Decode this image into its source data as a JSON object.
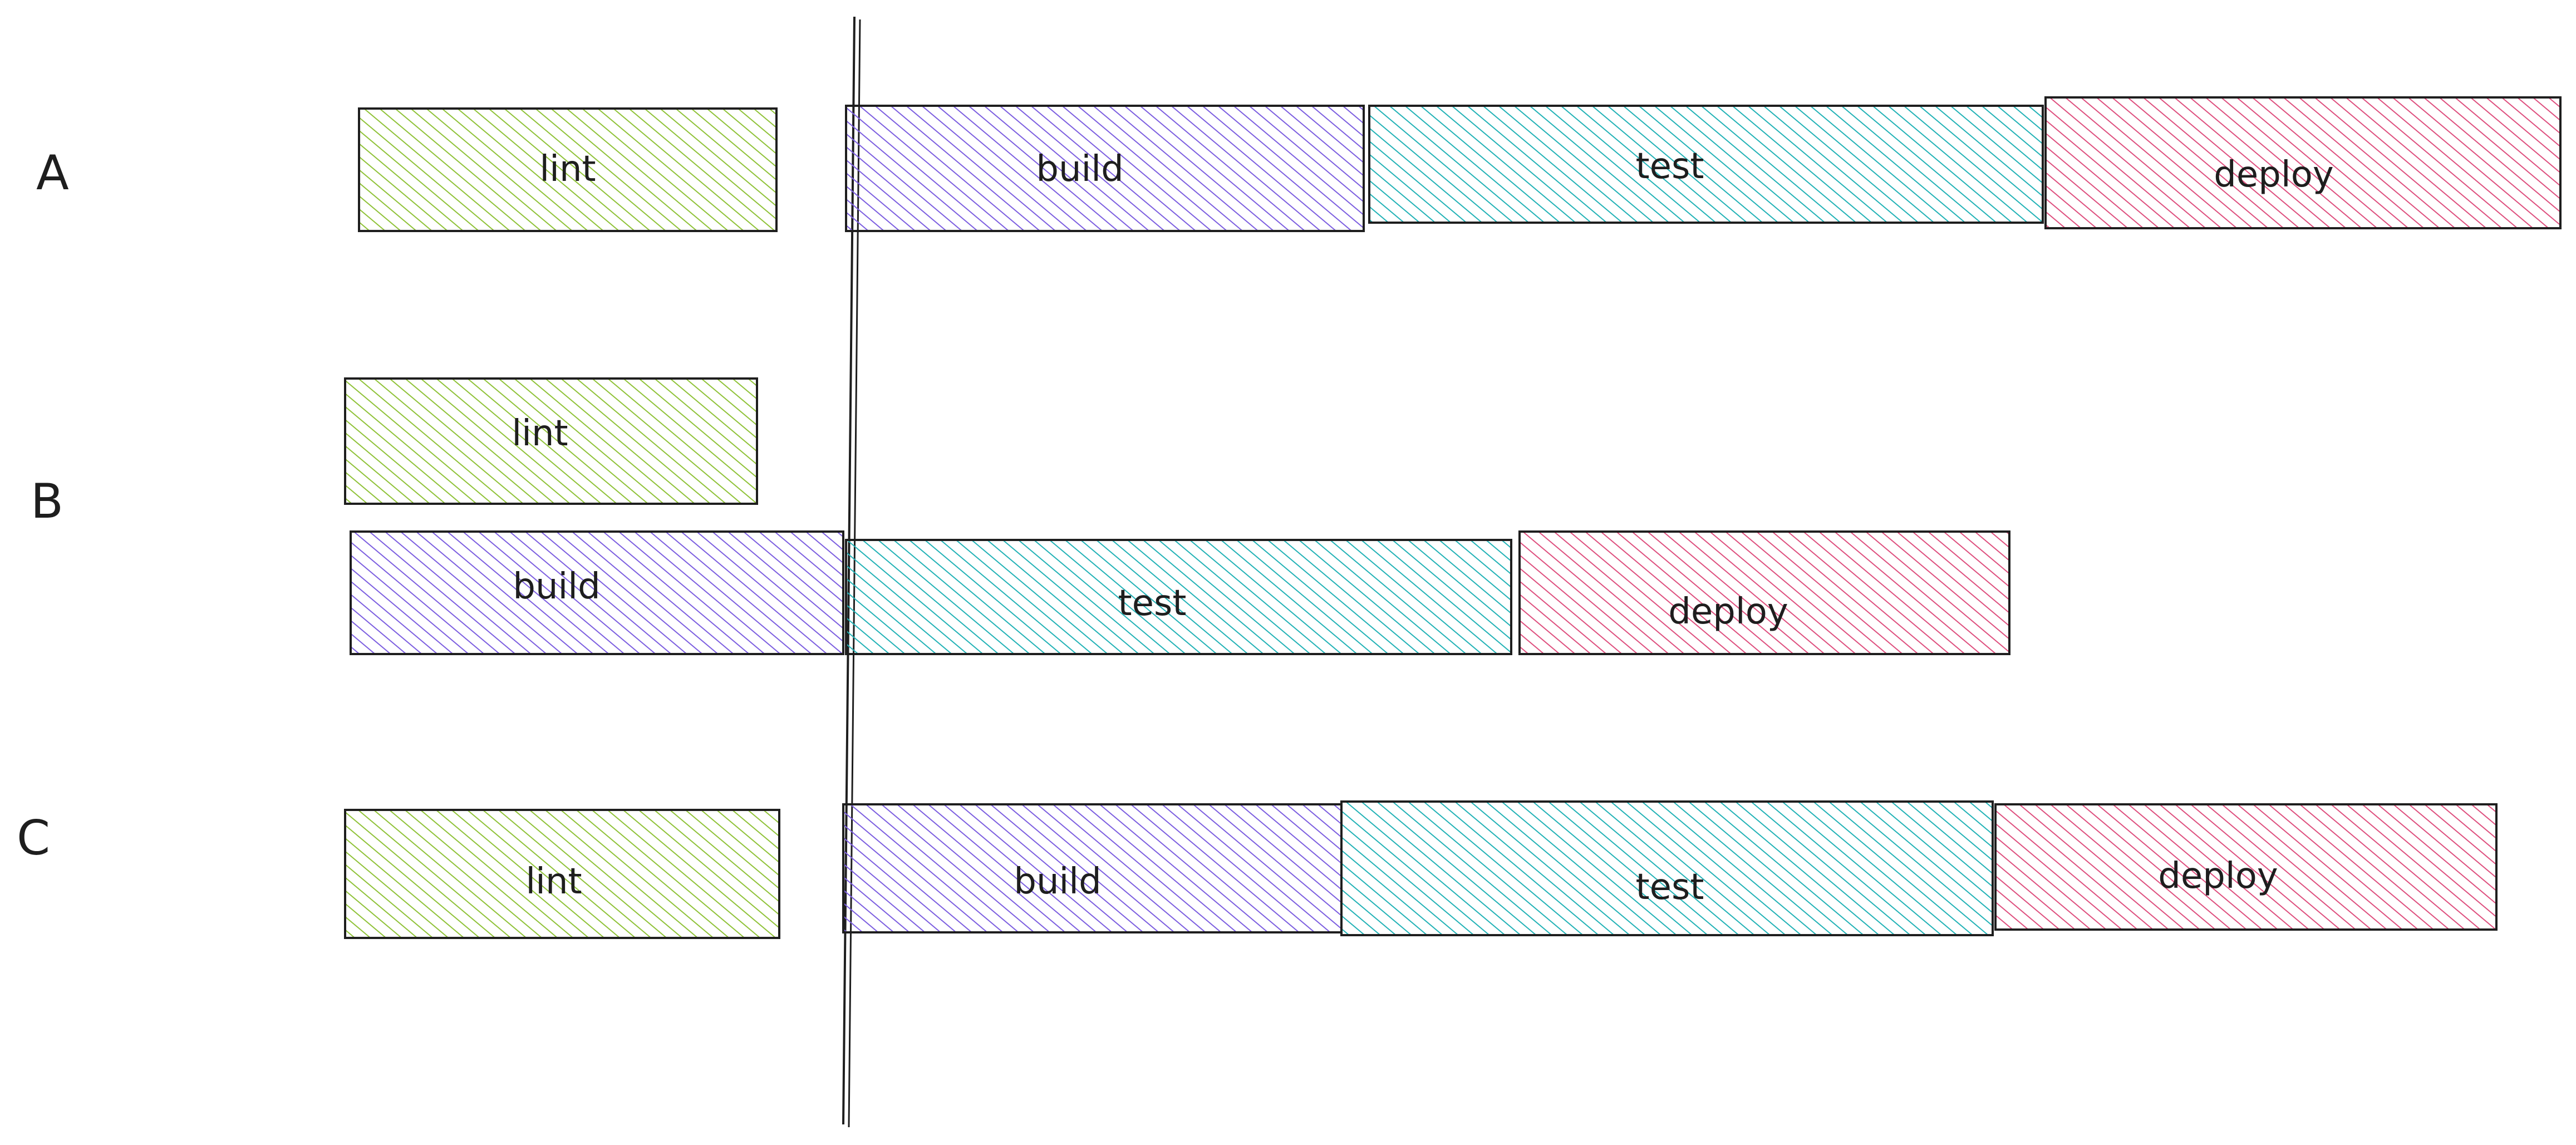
{
  "colors": {
    "lint": "#8fc238",
    "build": "#7c5ee0",
    "test": "#22b2b6",
    "deploy": "#de4f7e",
    "stroke": "#1e1e1e"
  },
  "rows": [
    {
      "label": "A",
      "stages": [
        {
          "kind": "lint",
          "label": "lint"
        },
        {
          "kind": "build",
          "label": "build"
        },
        {
          "kind": "test",
          "label": "test"
        },
        {
          "kind": "deploy",
          "label": "deploy"
        }
      ]
    },
    {
      "label": "B",
      "stages": [
        {
          "kind": "lint",
          "label": "lint"
        },
        {
          "kind": "build",
          "label": "build"
        },
        {
          "kind": "test",
          "label": "test"
        },
        {
          "kind": "deploy",
          "label": "deploy"
        }
      ]
    },
    {
      "label": "C",
      "stages": [
        {
          "kind": "lint",
          "label": "lint"
        },
        {
          "kind": "build",
          "label": "build"
        },
        {
          "kind": "test",
          "label": "test"
        },
        {
          "kind": "deploy",
          "label": "deploy"
        }
      ]
    }
  ]
}
